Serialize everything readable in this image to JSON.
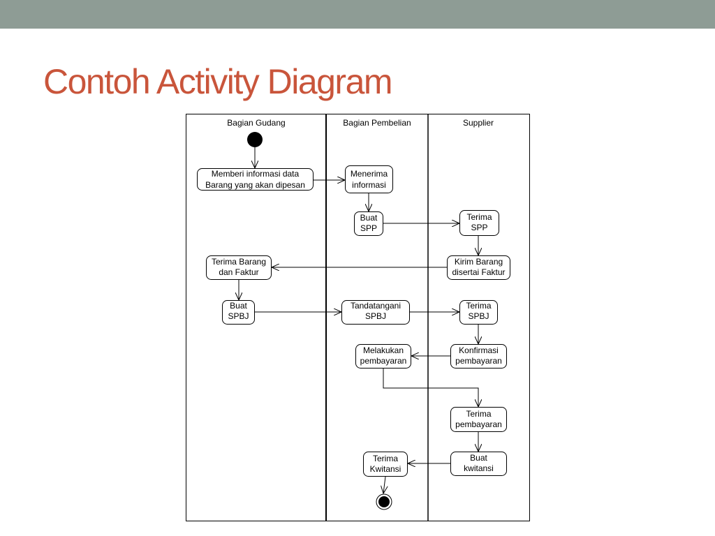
{
  "slide": {
    "title": "Contoh Activity Diagram",
    "title_color": "#c9553b",
    "topbar_color": "#8e9c95"
  },
  "lanes": [
    {
      "id": "gudang",
      "name": "Bagian Gudang"
    },
    {
      "id": "pembelian",
      "name": "Bagian Pembelian"
    },
    {
      "id": "supplier",
      "name": "Supplier"
    }
  ],
  "activities": [
    {
      "id": "memberi-informasi",
      "lane": "gudang",
      "lines": [
        "Memberi informasi data",
        "Barang yang akan dipesan"
      ]
    },
    {
      "id": "menerima-informasi",
      "lane": "pembelian",
      "lines": [
        "Menerima",
        "informasi"
      ]
    },
    {
      "id": "buat-spp",
      "lane": "pembelian",
      "lines": [
        "Buat",
        "SPP"
      ]
    },
    {
      "id": "terima-spp",
      "lane": "supplier",
      "lines": [
        "Terima",
        "SPP"
      ]
    },
    {
      "id": "kirim-barang",
      "lane": "supplier",
      "lines": [
        "Kirim Barang",
        "disertai Faktur"
      ]
    },
    {
      "id": "terima-barang",
      "lane": "gudang",
      "lines": [
        "Terima Barang",
        "dan Faktur"
      ]
    },
    {
      "id": "buat-spbj",
      "lane": "gudang",
      "lines": [
        "Buat",
        "SPBJ"
      ]
    },
    {
      "id": "tandatangani-spbj",
      "lane": "pembelian",
      "lines": [
        "Tandatangani",
        "SPBJ"
      ]
    },
    {
      "id": "terima-spbj",
      "lane": "supplier",
      "lines": [
        "Terima",
        "SPBJ"
      ]
    },
    {
      "id": "konfirmasi-pembayaran",
      "lane": "supplier",
      "lines": [
        "Konfirmasi",
        "pembayaran"
      ]
    },
    {
      "id": "melakukan-pembayaran",
      "lane": "pembelian",
      "lines": [
        "Melakukan",
        "pembayaran"
      ]
    },
    {
      "id": "terima-pembayaran",
      "lane": "supplier",
      "lines": [
        "Terima",
        "pembayaran"
      ]
    },
    {
      "id": "buat-kwitansi",
      "lane": "supplier",
      "lines": [
        "Buat",
        "kwitansi"
      ]
    },
    {
      "id": "terima-kwitansi",
      "lane": "pembelian",
      "lines": [
        "Terima",
        "Kwitansi"
      ]
    }
  ],
  "flows": [
    {
      "from": "start",
      "to": "memberi-informasi"
    },
    {
      "from": "memberi-informasi",
      "to": "menerima-informasi"
    },
    {
      "from": "menerima-informasi",
      "to": "buat-spp"
    },
    {
      "from": "buat-spp",
      "to": "terima-spp"
    },
    {
      "from": "terima-spp",
      "to": "kirim-barang"
    },
    {
      "from": "kirim-barang",
      "to": "terima-barang"
    },
    {
      "from": "terima-barang",
      "to": "buat-spbj"
    },
    {
      "from": "buat-spbj",
      "to": "tandatangani-spbj"
    },
    {
      "from": "tandatangani-spbj",
      "to": "terima-spbj"
    },
    {
      "from": "terima-spbj",
      "to": "konfirmasi-pembayaran"
    },
    {
      "from": "konfirmasi-pembayaran",
      "to": "melakukan-pembayaran"
    },
    {
      "from": "melakukan-pembayaran",
      "to": "terima-pembayaran"
    },
    {
      "from": "terima-pembayaran",
      "to": "buat-kwitansi"
    },
    {
      "from": "buat-kwitansi",
      "to": "terima-kwitansi"
    },
    {
      "from": "terima-kwitansi",
      "to": "end"
    }
  ]
}
